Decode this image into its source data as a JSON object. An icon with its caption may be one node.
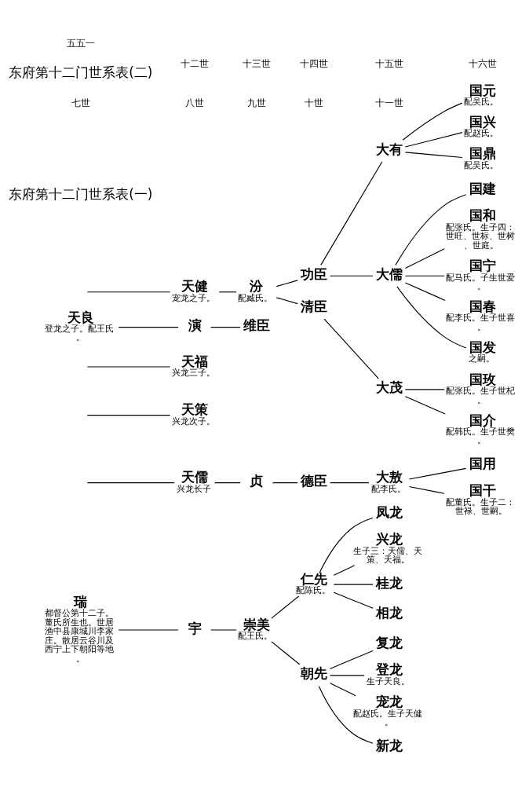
{
  "diagram": {
    "nodes": [
      {
        "text": [
          "瑞"
        ],
        "beside": [
          "都督公第十二子。董氏所生也。世居渔中县康城川李家庄。散居云谷川及西宁上下朝阳等地。"
        ]
      },
      {
        "text": [
          "宇"
        ]
      },
      {
        "text": [
          "崇美"
        ],
        "beside": [
          "配王氏。"
        ]
      },
      {
        "text": [
          "仁先"
        ],
        "beside": [
          "配陈氏。"
        ]
      },
      {
        "text": [
          "朝先"
        ]
      },
      {
        "text": [
          "凤龙"
        ]
      },
      {
        "text": [
          "兴龙"
        ],
        "beside": [
          "生子三：天儒、天策、天福。"
        ]
      },
      {
        "text": [
          "桂龙"
        ]
      },
      {
        "text": [
          "相龙"
        ]
      },
      {
        "text": [
          "复龙"
        ]
      },
      {
        "text": [
          "登龙"
        ],
        "beside": [
          "生子天良。"
        ]
      },
      {
        "text": [
          "宠龙"
        ],
        "beside": [
          "配赵氏。生子天健。"
        ]
      },
      {
        "text": [
          "新龙"
        ]
      },
      {
        "text": [
          "天儒"
        ],
        "beside": [
          "兴龙长子"
        ]
      },
      {
        "text": [
          "天策"
        ],
        "beside": [
          "兴龙次子。"
        ]
      },
      {
        "text": [
          "天福"
        ],
        "beside": [
          "兴龙三子。"
        ]
      },
      {
        "text": [
          "贞"
        ]
      },
      {
        "text": [
          "德臣"
        ]
      },
      {
        "text": [
          "大敖"
        ],
        "beside": [
          "配李氏。"
        ]
      },
      {
        "text": [
          "国用"
        ]
      },
      {
        "text": [
          "国干"
        ],
        "beside": [
          "配董氏。生子二：世禄、世嗣。"
        ]
      },
      {
        "text": [
          "天良"
        ],
        "beside": [
          "登龙之子。配王氏。"
        ]
      },
      {
        "text": [
          "演"
        ]
      },
      {
        "text": [
          "维臣"
        ]
      },
      {
        "text": [
          "天健"
        ],
        "beside": [
          "宠龙之子。"
        ]
      },
      {
        "text": [
          "汾"
        ],
        "beside": [
          "配臧氏。"
        ]
      },
      {
        "text": [
          "功臣"
        ]
      },
      {
        "text": [
          "清臣"
        ]
      },
      {
        "text": [
          "大有"
        ]
      },
      {
        "text": [
          "大儒"
        ]
      },
      {
        "text": [
          "大茂"
        ]
      },
      {
        "text": [
          "国元"
        ],
        "beside": [
          "配吴氏。"
        ]
      },
      {
        "text": [
          "国兴"
        ],
        "beside": [
          "配赵氏。"
        ]
      },
      {
        "text": [
          "国鼎"
        ],
        "beside": [
          "配吴氏。"
        ]
      },
      {
        "text": [
          "国建"
        ]
      },
      {
        "text": [
          "国和"
        ],
        "beside": [
          "配张氏。生子四：世旺、世标、世树、世庭。"
        ]
      },
      {
        "text": [
          "国宁"
        ],
        "beside": [
          "配马氏。子生世爱。"
        ]
      },
      {
        "text": [
          "国春"
        ],
        "beside": [
          "配李氏。生子世喜。"
        ]
      },
      {
        "text": [
          "国发"
        ],
        "beside": [
          "之嗣。"
        ]
      },
      {
        "text": [
          "国玫"
        ],
        "beside": [
          "配张氏。生子世杞。"
        ]
      },
      {
        "text": [
          "国介"
        ],
        "beside": [
          "配韩氏。生子世樊。"
        ]
      }
    ],
    "edges": [
      {
        "from": 0,
        "to": 1,
        "arrow": "none"
      },
      {
        "from": 1,
        "to": 2,
        "arrow": "none"
      },
      {
        "from": 2,
        "to": 3,
        "arrow": "none"
      },
      {
        "from": 2,
        "to": 4,
        "arrow": "none"
      },
      {
        "from": 3,
        "to": 5,
        "arrow": "none"
      },
      {
        "from": 3,
        "to": 6,
        "arrow": "none"
      },
      {
        "from": 3,
        "to": 7,
        "arrow": "none"
      },
      {
        "from": 3,
        "to": 8,
        "arrow": "none"
      },
      {
        "from": 4,
        "to": 9,
        "arrow": "none"
      },
      {
        "from": 4,
        "to": 10,
        "arrow": "none"
      },
      {
        "from": 4,
        "to": 11,
        "arrow": "none"
      },
      {
        "from": 4,
        "to": 12,
        "arrow": "none"
      },
      {
        "from": null,
        "to": 13,
        "arrow": "none"
      },
      {
        "from": null,
        "to": 14,
        "arrow": "none"
      },
      {
        "from": null,
        "to": 15,
        "arrow": "none"
      },
      {
        "from": 13,
        "to": 16,
        "arrow": "none"
      },
      {
        "from": 16,
        "to": 17,
        "arrow": "none"
      },
      {
        "from": 17,
        "to": 18,
        "arrow": "none"
      },
      {
        "from": 18,
        "to": 19,
        "arrow": "none"
      },
      {
        "from": 18,
        "to": 20,
        "arrow": "none"
      },
      {
        "from": 21,
        "to": 22,
        "arrow": "none"
      },
      {
        "from": 22,
        "to": 23,
        "arrow": "none"
      },
      {
        "from": 24,
        "to": 25,
        "arrow": "none"
      },
      {
        "from": 24,
        "to": null,
        "arrow": "none"
      },
      {
        "from": 25,
        "to": 26,
        "arrow": "none"
      },
      {
        "from": 25,
        "to": 27,
        "arrow": "none"
      },
      {
        "from": 26,
        "to": 28,
        "arrow": "none"
      },
      {
        "from": 26,
        "to": 29,
        "arrow": "none"
      },
      {
        "from": 27,
        "to": 30,
        "arrow": "none"
      },
      {
        "from": 28,
        "to": 31,
        "arrow": "none"
      },
      {
        "from": 28,
        "to": 32,
        "arrow": "none"
      },
      {
        "from": 28,
        "to": 33,
        "arrow": "none"
      },
      {
        "from": 29,
        "to": 34,
        "arrow": "none"
      },
      {
        "from": 29,
        "to": 35,
        "arrow": "none"
      },
      {
        "from": 29,
        "to": 36,
        "arrow": "none"
      },
      {
        "from": 29,
        "to": 37,
        "arrow": "none"
      },
      {
        "from": 29,
        "to": 38,
        "arrow": "none"
      },
      {
        "from": 30,
        "to": 39,
        "arrow": "none"
      },
      {
        "from": 30,
        "to": 40,
        "arrow": "none"
      }
    ],
    "labels": [
      "东府第十二门世系表(一)",
      "七世",
      "八世",
      "九世",
      "十世",
      "十一世",
      "东府第十二门世系表(二)",
      "十二世",
      "十三世",
      "十四世",
      "十五世",
      "十六世",
      "五五一"
    ]
  }
}
